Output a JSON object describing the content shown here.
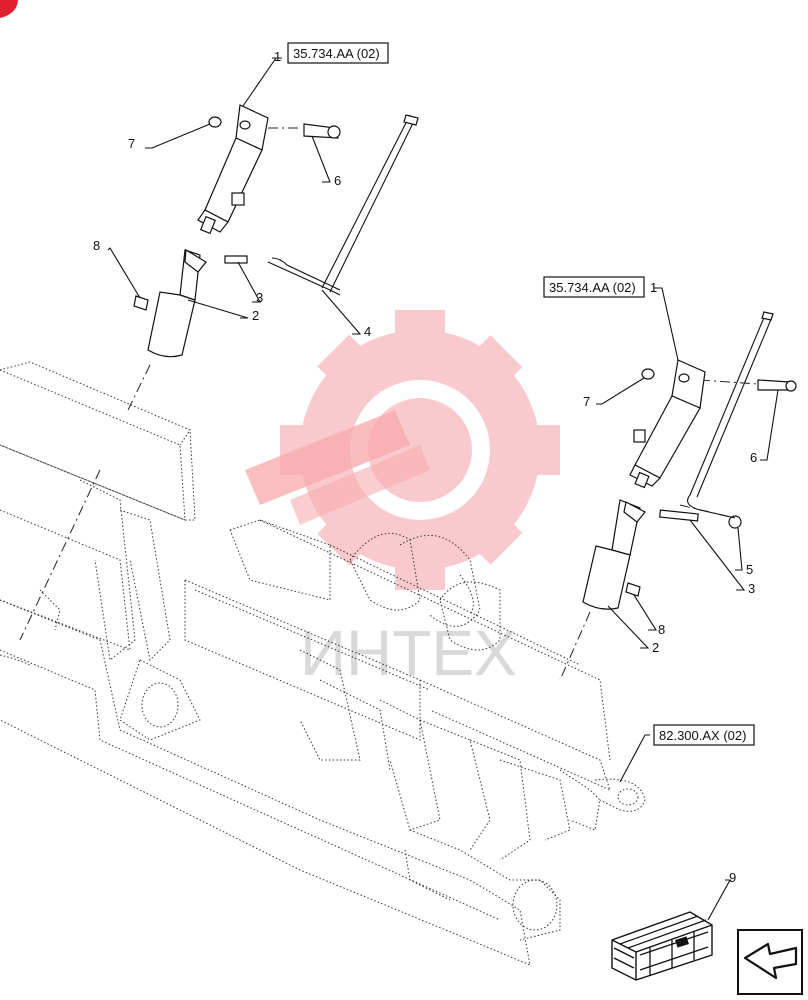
{
  "reference_boxes": [
    {
      "id": "ref-top",
      "label": "35.734.AA (02)"
    },
    {
      "id": "ref-right",
      "label": "35.734.AA (02)"
    },
    {
      "id": "ref-frame",
      "label": "82.300.AX (02)"
    }
  ],
  "callouts": {
    "c1a": "1",
    "c7a": "7",
    "c6a": "6",
    "c8a": "8",
    "c3a": "3",
    "c2a": "2",
    "c4": "4",
    "c1b": "1",
    "c7b": "7",
    "c6b": "6",
    "c5": "5",
    "c3b": "3",
    "c8b": "8",
    "c2b": "2",
    "c9": "9"
  },
  "watermark": {
    "text": "ИНТЕХ"
  },
  "colors": {
    "watermark_gear": "#f7a3a8",
    "corner_mark": "#e0202e"
  },
  "icons": {
    "corner": "red-corner-mark",
    "gear": "gear-wrench-watermark",
    "kit": "kit-box-icon",
    "nav": "navigation-arrow-icon"
  }
}
